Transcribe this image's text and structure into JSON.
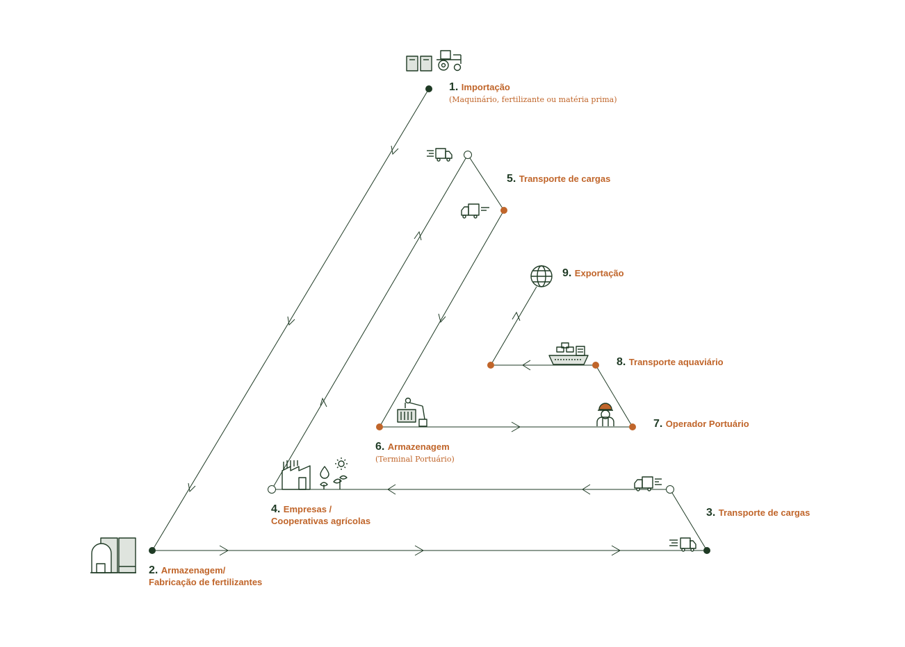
{
  "colors": {
    "dark_green": "#1e3a24",
    "orange": "#c0652a",
    "line": "#1e3a24"
  },
  "steps": [
    {
      "num": "1.",
      "title": "Importação",
      "subtitle": "(Maquinário, fertilizante ou matéria prima)"
    },
    {
      "num": "2.",
      "title": "Armazenagem/",
      "title2": "Fabricação de fertilizantes"
    },
    {
      "num": "3.",
      "title": "Transporte de cargas"
    },
    {
      "num": "4.",
      "title": "Empresas /",
      "title2": "Cooperativas agrícolas"
    },
    {
      "num": "5.",
      "title": "Transporte de cargas"
    },
    {
      "num": "6.",
      "title": "Armazenagem",
      "subtitle": "(Terminal Portuário)"
    },
    {
      "num": "7.",
      "title": "Operador Portuário"
    },
    {
      "num": "8.",
      "title": "Transporte aquaviário"
    },
    {
      "num": "9.",
      "title": "Exportação"
    }
  ],
  "icons": [
    "bags-icon",
    "tractor-icon",
    "truck-icon",
    "factory-icon",
    "plant-icon",
    "sun-icon",
    "water-drop-icon",
    "warehouse-icon",
    "port-crane-icon",
    "container-icon",
    "port-worker-icon",
    "cargo-ship-icon",
    "globe-icon"
  ]
}
